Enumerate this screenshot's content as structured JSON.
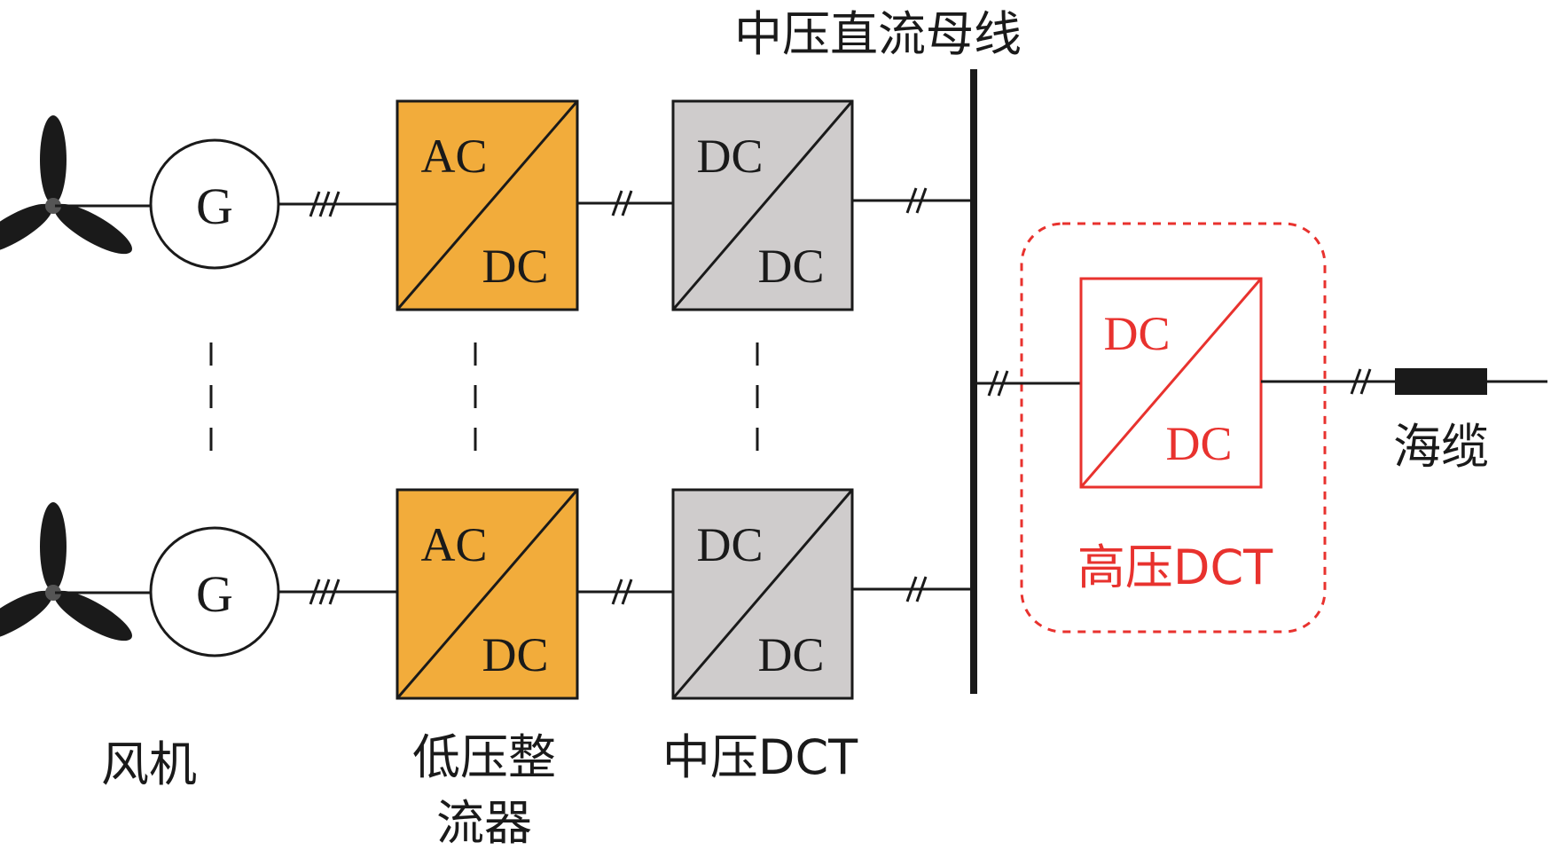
{
  "diagram": {
    "bus_label": "中压直流母线",
    "generator_symbol": "G",
    "rectifier": {
      "top_text": "AC",
      "bottom_text": "DC"
    },
    "mv_converter": {
      "top_text": "DC",
      "bottom_text": "DC"
    },
    "hv_converter": {
      "top_text": "DC",
      "bottom_text": "DC"
    },
    "captions": {
      "wind_turbine": "风机",
      "lv_rectifier_line1": "低压整",
      "lv_rectifier_line2": "流器",
      "mv_dct": "中压DCT",
      "hv_dct": "高压DCT",
      "submarine_cable": "海缆"
    },
    "colors": {
      "rectifier_fill": "#F2AC3B",
      "dc_converter_fill": "#CFCCCC",
      "highlight_red": "#E8322E",
      "line": "#1a1a1a"
    }
  }
}
